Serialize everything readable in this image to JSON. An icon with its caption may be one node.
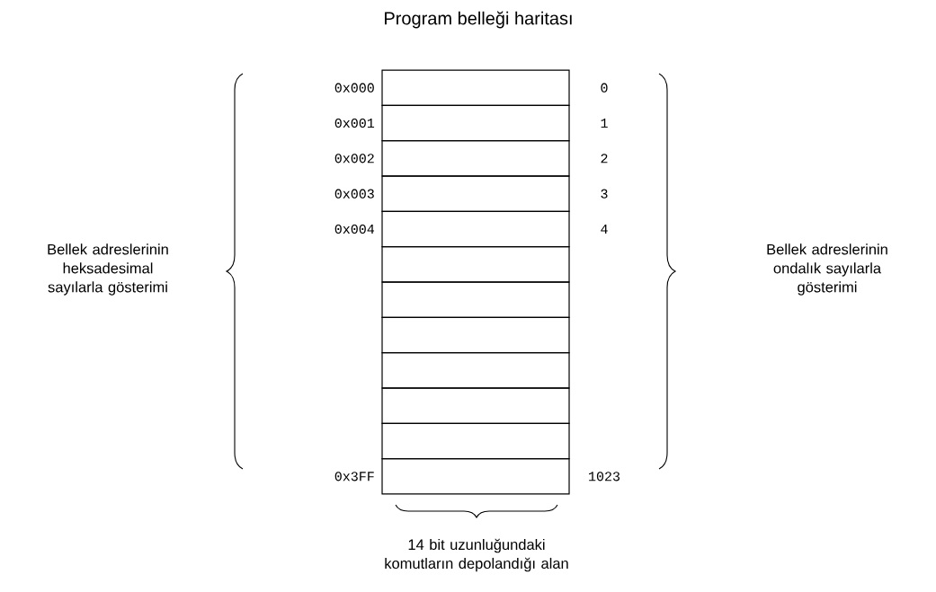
{
  "diagram": {
    "title": "Program belleği haritası",
    "nodes": [
      {
        "text": [],
        "shape": "box",
        "beside": [
          "0x000",
          "0"
        ]
      },
      {
        "text": [],
        "shape": "box",
        "beside": [
          "0x001",
          "1"
        ]
      },
      {
        "text": [],
        "shape": "box",
        "beside": [
          "0x002",
          "2"
        ]
      },
      {
        "text": [],
        "shape": "box",
        "beside": [
          "0x003",
          "3"
        ]
      },
      {
        "text": [],
        "shape": "box",
        "beside": [
          "0x004",
          "4"
        ]
      },
      {
        "text": [],
        "shape": "box"
      },
      {
        "text": [],
        "shape": "box"
      },
      {
        "text": [],
        "shape": "box"
      },
      {
        "text": [],
        "shape": "box"
      },
      {
        "text": [],
        "shape": "box"
      },
      {
        "text": [],
        "shape": "box"
      },
      {
        "text": [],
        "shape": "box",
        "beside": [
          "0x3FF",
          "1023"
        ]
      }
    ],
    "labels": [
      "Bellek adreslerinin heksadesimal sayılarla gösterimi",
      "Bellek adreslerinin ondalık sayılarla gösterimi",
      "14 bit uzunluğundaki komutların depolandığı alan"
    ]
  }
}
